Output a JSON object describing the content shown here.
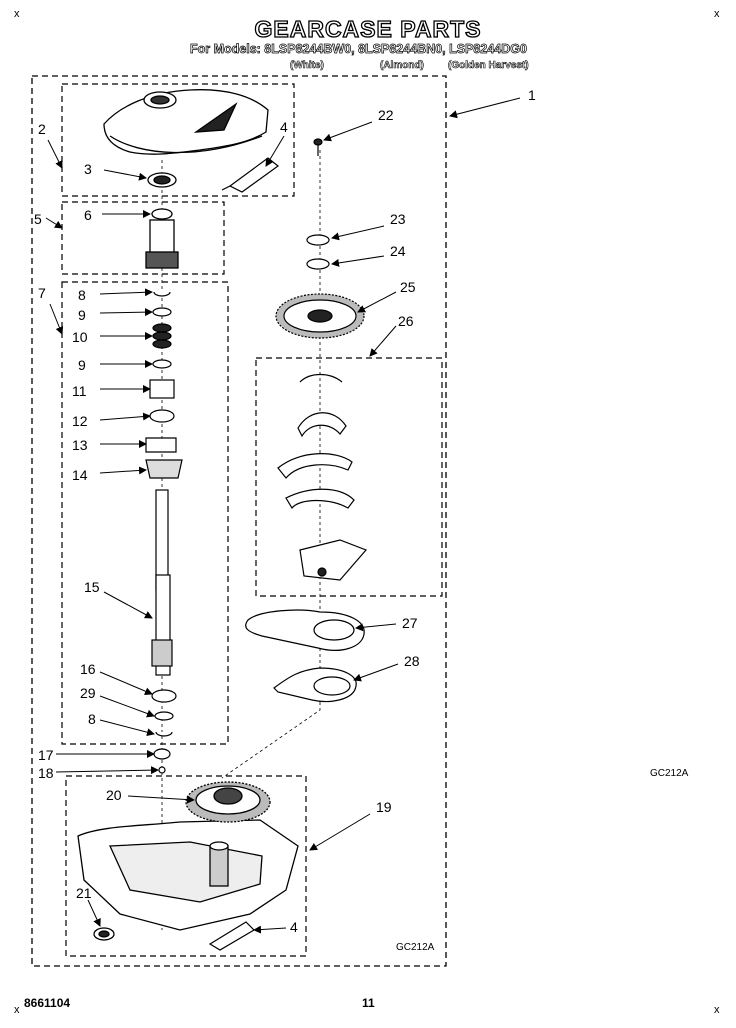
{
  "header": {
    "title": "GEARCASE PARTS",
    "models": "For Models: 8LSP8244BW0, 8LSP8244BN0, LSP8244DG0",
    "color_white": "(White)",
    "color_almond": "(Almond)",
    "color_golden": "(Golden Harvest)"
  },
  "corner_marks": {
    "top_left": "x",
    "top_right": "x",
    "bottom_left": "x",
    "bottom_right": "x"
  },
  "codes": {
    "side": "GC212A",
    "bottom": "GC212A"
  },
  "footer": {
    "doc_number": "8661104",
    "page_number": "11"
  },
  "callouts": {
    "c1": "1",
    "c2": "2",
    "c3": "3",
    "c4a": "4",
    "c4b": "4",
    "c5": "5",
    "c6": "6",
    "c7": "7",
    "c8a": "8",
    "c8b": "8",
    "c9a": "9",
    "c9b": "9",
    "c10": "10",
    "c11": "11",
    "c12": "12",
    "c13": "13",
    "c14": "14",
    "c15": "15",
    "c16": "16",
    "c17": "17",
    "c18": "18",
    "c19": "19",
    "c20": "20",
    "c21": "21",
    "c22": "22",
    "c23": "23",
    "c24": "24",
    "c25": "25",
    "c26": "26",
    "c27": "27",
    "c28": "28",
    "c29": "29"
  }
}
